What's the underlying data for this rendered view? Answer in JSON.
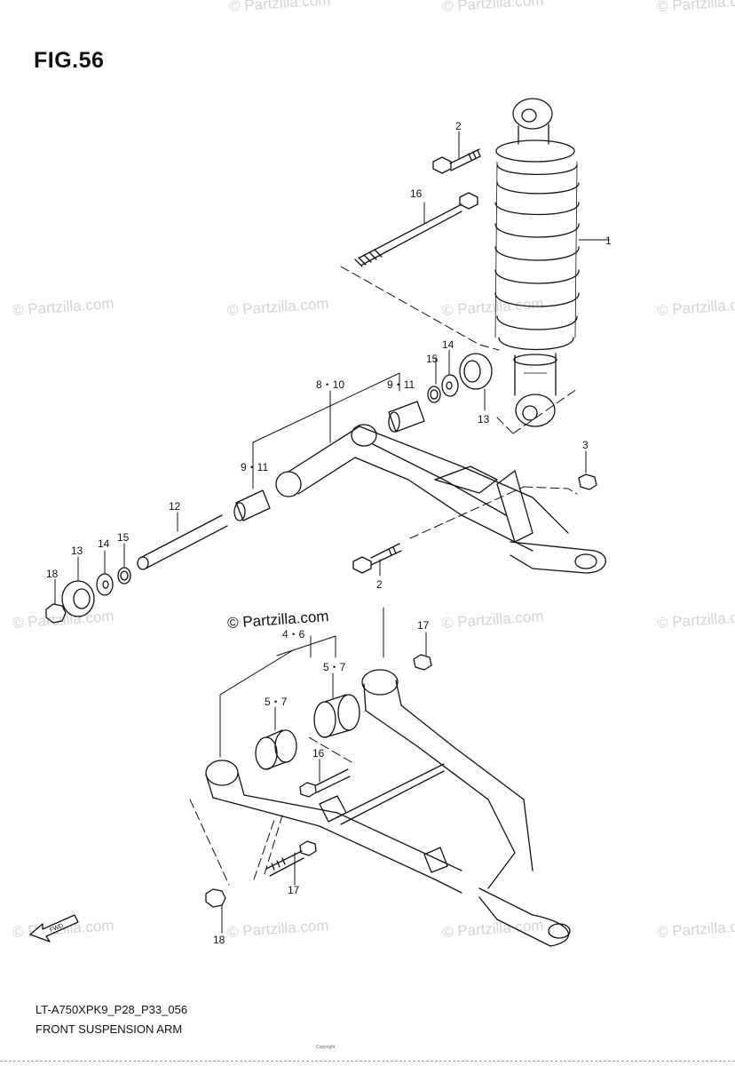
{
  "figure": {
    "title": "FIG.56",
    "model_code": "LT-A750XPK9_P28_P33_056",
    "caption": "FRONT SUSPENSION ARM",
    "footer_note": "Copyright"
  },
  "watermark": {
    "text": "© Partzilla.com",
    "prominent_text": "© Partzilla.com"
  },
  "callouts": [
    {
      "id": "c1",
      "text": "1"
    },
    {
      "id": "c2a",
      "text": "2"
    },
    {
      "id": "c2b",
      "text": "2"
    },
    {
      "id": "c3",
      "text": "3"
    },
    {
      "id": "c4_6",
      "text": "4・6"
    },
    {
      "id": "c5_7a",
      "text": "5・7"
    },
    {
      "id": "c5_7b",
      "text": "5・7"
    },
    {
      "id": "c8_10",
      "text": "8・10"
    },
    {
      "id": "c9_11a",
      "text": "9・11"
    },
    {
      "id": "c9_11b",
      "text": "9・11"
    },
    {
      "id": "c12",
      "text": "12"
    },
    {
      "id": "c13a",
      "text": "13"
    },
    {
      "id": "c13b",
      "text": "13"
    },
    {
      "id": "c14a",
      "text": "14"
    },
    {
      "id": "c14b",
      "text": "14"
    },
    {
      "id": "c15a",
      "text": "15"
    },
    {
      "id": "c15b",
      "text": "15"
    },
    {
      "id": "c16a",
      "text": "16"
    },
    {
      "id": "c16b",
      "text": "16"
    },
    {
      "id": "c17a",
      "text": "17"
    },
    {
      "id": "c17b",
      "text": "17"
    },
    {
      "id": "c18a",
      "text": "18"
    },
    {
      "id": "c18b",
      "text": "18"
    }
  ],
  "fwd_badge": "FWD",
  "line_color": "#111111",
  "watermark_color": "#d4d4d4"
}
